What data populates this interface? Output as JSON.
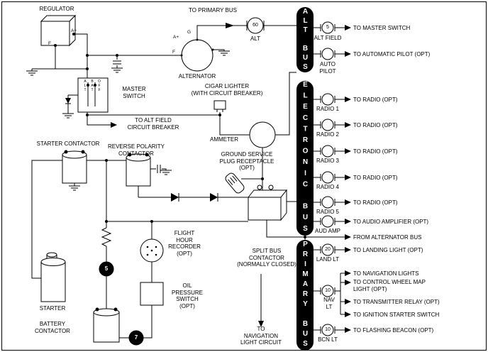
{
  "buses": {
    "alt": "ALT BUS",
    "electronic": "ELECTRONIC BUS",
    "primary": "PRIMARY BUS"
  },
  "components": {
    "regulator": "REGULATOR",
    "alternator": "ALTERNATOR",
    "master_switch": "MASTER\nSWITCH",
    "cigar_lighter": "CIGAR LIGHTER\n(WITH CIRCUIT BREAKER)",
    "ammeter": "AMMETER",
    "starter_contactor": "STARTER CONTACTOR",
    "reverse_polarity_contactor": "REVERSE POLARITY\nCONTACTOR",
    "ground_service_plug": "GROUND SERVICE\nPLUG RECEPTACLE\n(OPT)",
    "split_bus_contactor": "SPLIT BUS\nCONTACTOR\n(NORMALLY CLOSED)",
    "flight_hour_recorder": "FLIGHT\nHOUR\nRECORDER\n(OPT)",
    "oil_pressure_switch": "OIL\nPRESSURE\nSWITCH\n(OPT)",
    "starter": "STARTER",
    "battery_contactor": "BATTERY\nCONTACTOR"
  },
  "terminals": {
    "reg_a": "A+",
    "reg_f": "F",
    "alt_g": "G",
    "alt_a": "A+",
    "alt_f": "F",
    "sw_alt": "ALT",
    "sw_bat": "BAT",
    "sw_off": "OFF"
  },
  "fuses": {
    "fuse_5": "5",
    "fuse_7": "7"
  },
  "notes": {
    "to_primary_bus": "TO PRIMARY BUS",
    "to_alt_field": "TO ALT FIELD\nCIRCUIT BREAKER",
    "to_nav_circuit": "TO\nNAVIGATION\nLIGHT CIRCUIT"
  },
  "feeds": {
    "from_alt_bus": "FROM ALTERNATOR BUS"
  },
  "breakers": {
    "alt": {
      "rating": "60",
      "label": "ALT"
    },
    "alt_field": {
      "rating": "5",
      "label": "ALT FIELD",
      "to": "TO MASTER SWITCH"
    },
    "auto_pilot": {
      "label": "AUTO\nPILOT",
      "to": "TO AUTOMATIC PILOT (OPT)"
    },
    "radio1": {
      "label": "RADIO 1",
      "to": "TO RADIO (OPT)"
    },
    "radio2": {
      "label": "RADIO 2",
      "to": "TO RADIO (OPT)"
    },
    "radio3": {
      "label": "RADIO 3",
      "to": "TO RADIO (OPT)"
    },
    "radio4": {
      "label": "RADIO 4",
      "to": "TO RADIO (OPT)"
    },
    "radio5": {
      "label": "RADIO 5",
      "to": "TO RADIO (OPT)"
    },
    "aud_amp": {
      "label": "AUD AMP",
      "to": "TO AUDIO AMPLIFIER (OPT)"
    },
    "land_lt": {
      "rating": "20",
      "label": "LAND LT",
      "to": "TO LANDING LIGHT (OPT)"
    },
    "nav_lt": {
      "rating": "10",
      "label": "NAV\nLT",
      "to_1": "TO NAVIGATION LIGHTS",
      "to_2": "TO CONTROL WHEEL MAP\nLIGHT (OPT)",
      "to_3": "TO TRANSMITTER RELAY (OPT)",
      "to_4": "TO IGNITION STARTER SWITCH"
    },
    "bcn_lt": {
      "rating": "10",
      "label": "BCN LT",
      "to": "TO FLASHING BEACON (OPT)"
    }
  }
}
